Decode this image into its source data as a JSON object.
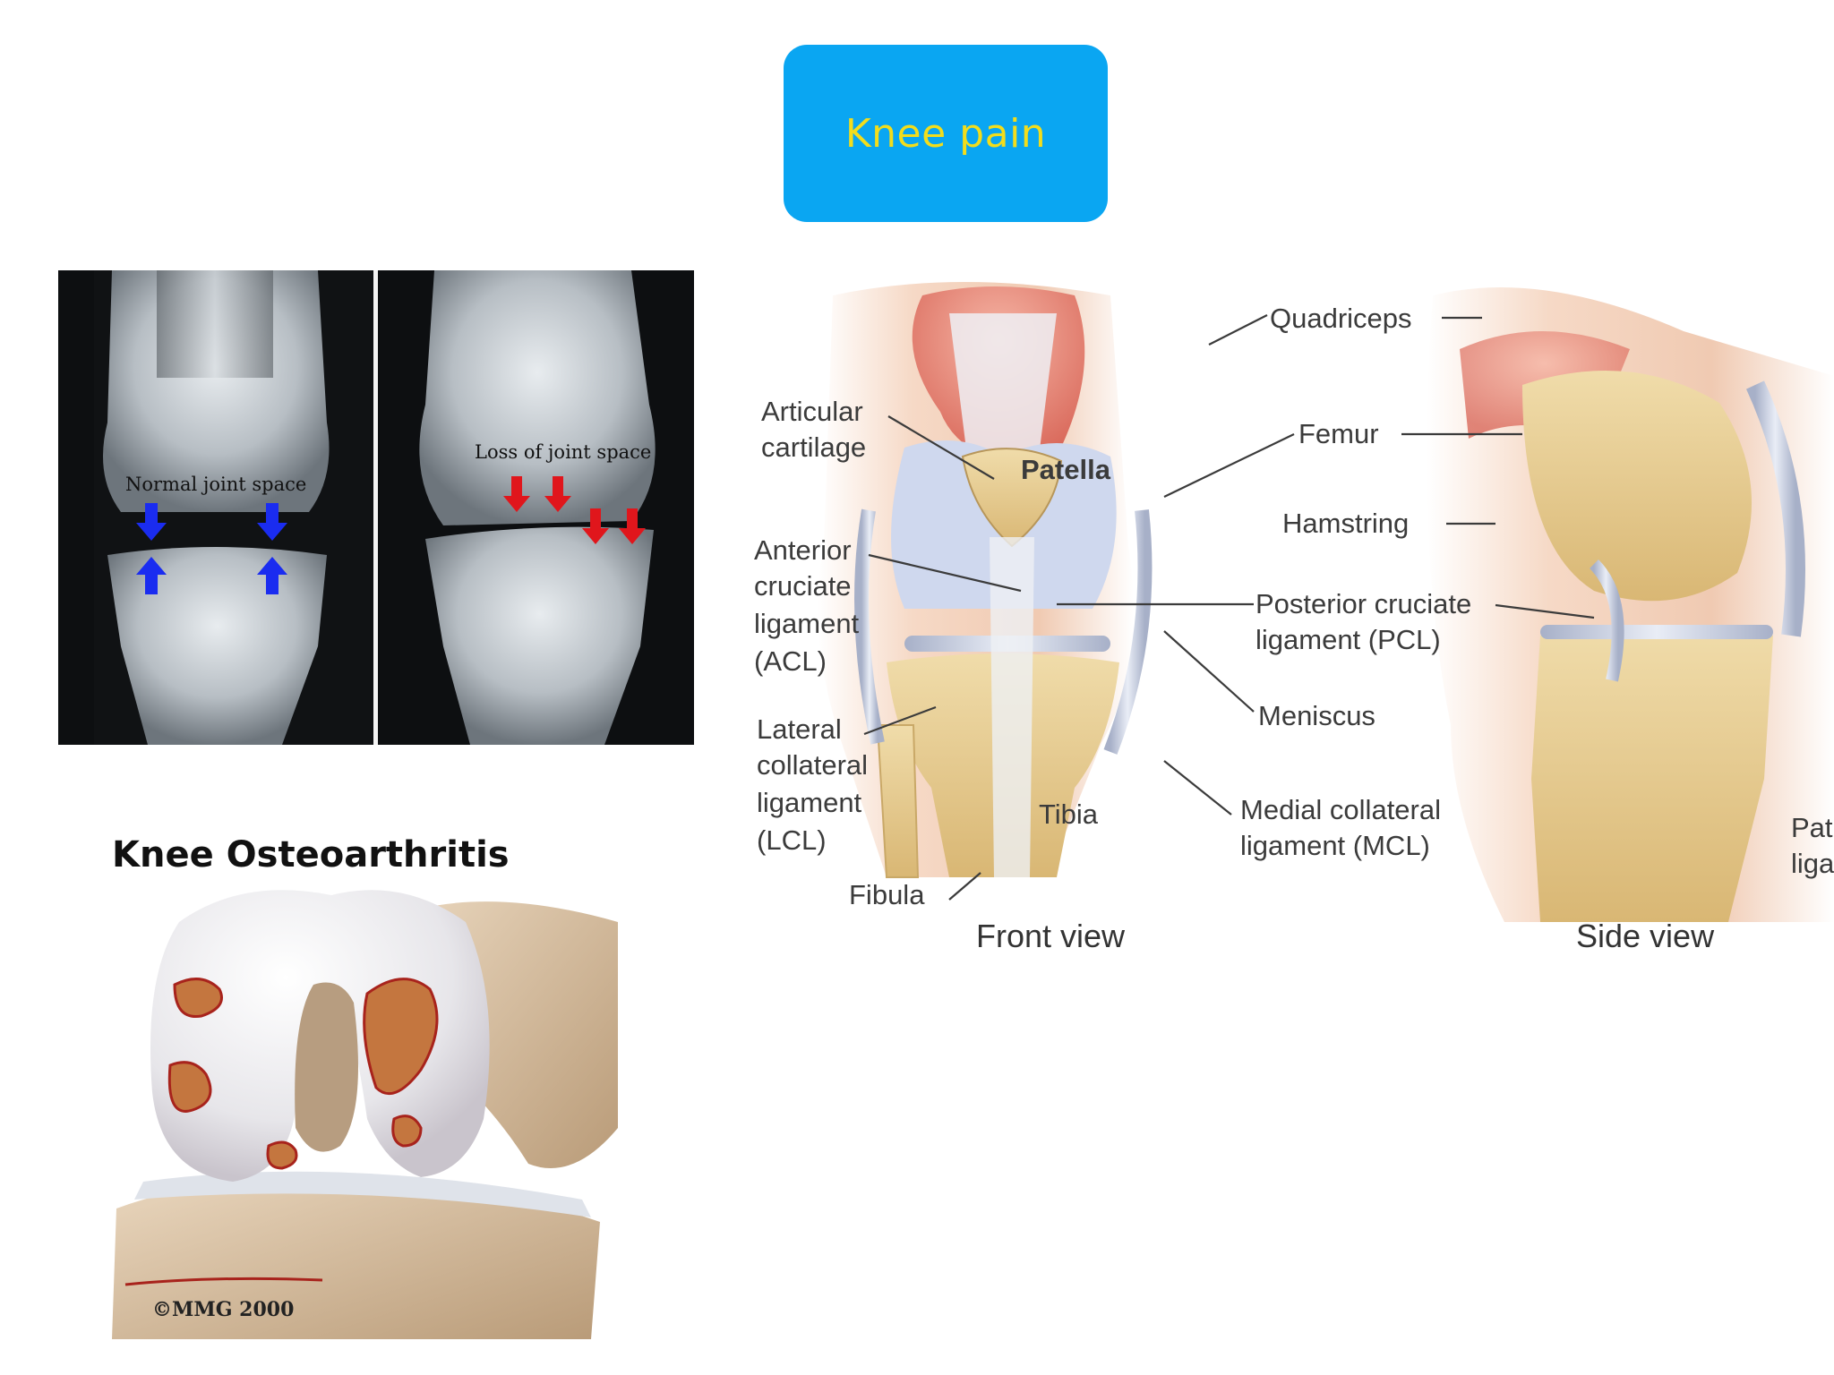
{
  "slide": {
    "title": "Knee pain",
    "colors": {
      "title_bg": "#0aa6f2",
      "title_text": "#f2dd1c",
      "normal_arrows": "#1a2cf0",
      "loss_arrows": "#e0161c"
    }
  },
  "xray": {
    "normal_label": "Normal joint space",
    "loss_label": "Loss of joint space"
  },
  "osteoarthritis": {
    "title": "Knee Osteoarthritis",
    "copyright": "©MMG 2000"
  },
  "anatomy": {
    "labels": {
      "quadriceps": "Quadriceps",
      "articular_cartilage_1": "Articular",
      "articular_cartilage_2": "cartilage",
      "femur": "Femur",
      "patella": "Patella",
      "hamstring": "Hamstring",
      "acl_1": "Anterior",
      "acl_2": "cruciate",
      "acl_3": "ligament",
      "acl_4": "(ACL)",
      "pcl_1": "Posterior cruciate",
      "pcl_2": "ligament (PCL)",
      "meniscus": "Meniscus",
      "lcl_1": "Lateral",
      "lcl_2": "collateral",
      "lcl_3": "ligament",
      "lcl_4": "(LCL)",
      "mcl_1": "Medial collateral",
      "mcl_2": "ligament (MCL)",
      "tibia": "Tibia",
      "fibula": "Fibula",
      "side_cut_1": "Pat",
      "side_cut_2": "liga"
    },
    "captions": {
      "front": "Front view",
      "side": "Side view"
    }
  }
}
